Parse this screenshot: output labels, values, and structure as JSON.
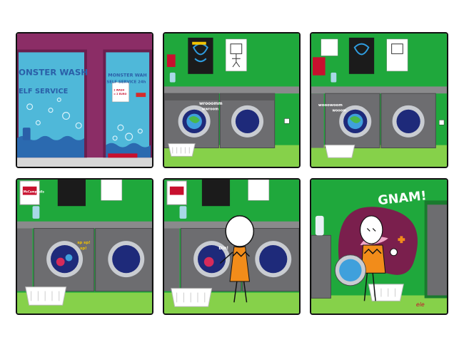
{
  "panel1": {
    "window_left_line1": "ONSTER WASH",
    "window_left_line2": "ELF SERVICE",
    "window_right_line1": "MONSTER WAH",
    "window_right_line2": "SELF SERVICE 24h",
    "notice_line1": "1 WASH",
    "notice_line2": "= 2 EURO"
  },
  "panel2": {
    "sfx_line1": "wrooomm",
    "sfx_line2": "wwroom"
  },
  "panel3": {
    "sfx_line1": "wooowoom",
    "sfx_line2": "wooom"
  },
  "panel4": {
    "sfx_line1": "sp sp!",
    "sfx_line2": "sp!"
  },
  "panel5": {
    "sfx": "Din!"
  },
  "panel6": {
    "sfx": "GNAM!",
    "signature": "ele"
  },
  "posters": {
    "brand": "McCampbells"
  },
  "colors": {
    "wall": "#1fa83c",
    "floor": "#86d14a",
    "machine": "#6d6d70",
    "drum": "#1e2a7a",
    "monster": "#7a1f4d",
    "glass": "#5bc0d8"
  }
}
